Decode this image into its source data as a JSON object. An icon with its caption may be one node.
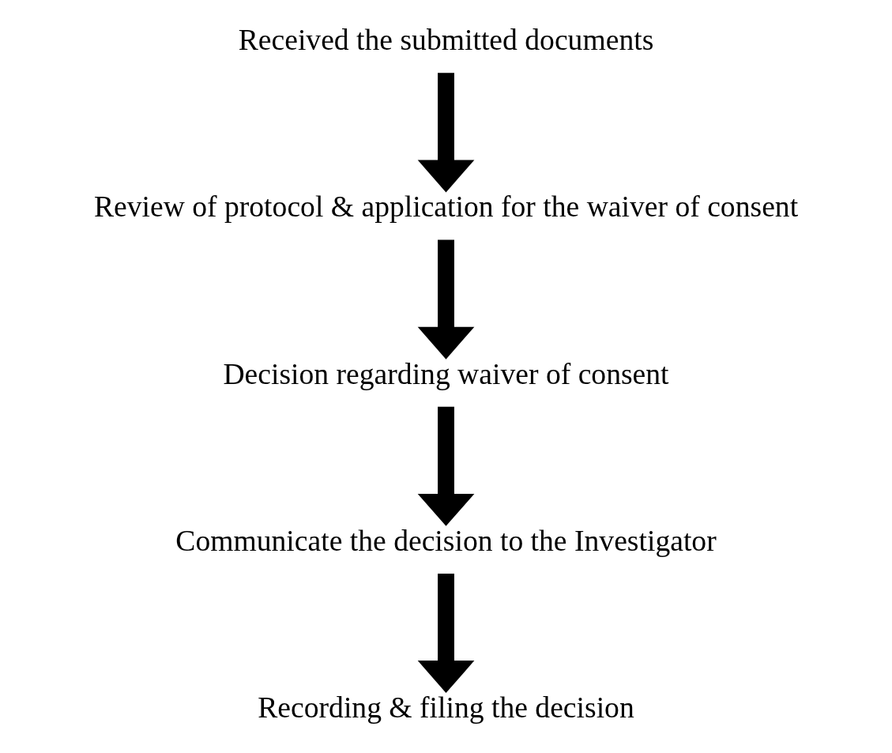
{
  "diagram": {
    "nodes": [
      {
        "text": [
          "Received the submitted documents"
        ]
      },
      {
        "text": [
          "Review of protocol & application for the waiver of consent"
        ]
      },
      {
        "text": [
          "Decision regarding waiver of consent"
        ]
      },
      {
        "text": [
          "Communicate the decision to the Investigator"
        ]
      },
      {
        "text": [
          "Recording & filing the decision"
        ]
      }
    ],
    "edges": [
      {
        "from": 0,
        "to": 1,
        "arrow": "to"
      },
      {
        "from": 1,
        "to": 2,
        "arrow": "to"
      },
      {
        "from": 2,
        "to": 3,
        "arrow": "to"
      },
      {
        "from": 3,
        "to": 4,
        "arrow": "to"
      }
    ]
  }
}
